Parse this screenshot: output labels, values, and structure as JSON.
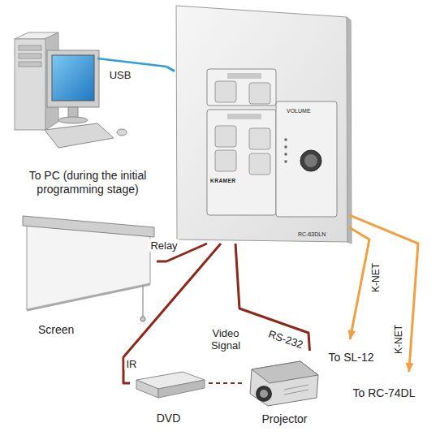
{
  "diagram": {
    "nodes": [
      {
        "text": [
          "To PC (during the initial programming stage)"
        ]
      },
      {
        "text": [
          "VOLUME",
          "KRAMER",
          "RC-63DLN"
        ]
      },
      {
        "text": [
          "Screen"
        ]
      },
      {
        "text": [
          "DVD"
        ]
      },
      {
        "text": [
          "Projector"
        ]
      },
      {
        "text": [
          "To SL-12"
        ]
      },
      {
        "text": [
          "To RC-74DL"
        ]
      }
    ],
    "edges": [
      {
        "from": 1,
        "to": 0,
        "label": "USB",
        "arrow": "none"
      },
      {
        "from": 1,
        "to": 2,
        "label": "Relay",
        "arrow": "none"
      },
      {
        "from": 1,
        "to": 3,
        "label": "IR",
        "arrow": "none"
      },
      {
        "from": 1,
        "to": 4,
        "label": "RS-232",
        "arrow": "none"
      },
      {
        "from": 3,
        "to": 4,
        "label": "Video Signal",
        "arrow": "none"
      },
      {
        "from": 1,
        "to": 5,
        "label": "K-NET",
        "arrow": "to"
      },
      {
        "from": 1,
        "to": 6,
        "label": "K-NET",
        "arrow": "to"
      }
    ]
  }
}
